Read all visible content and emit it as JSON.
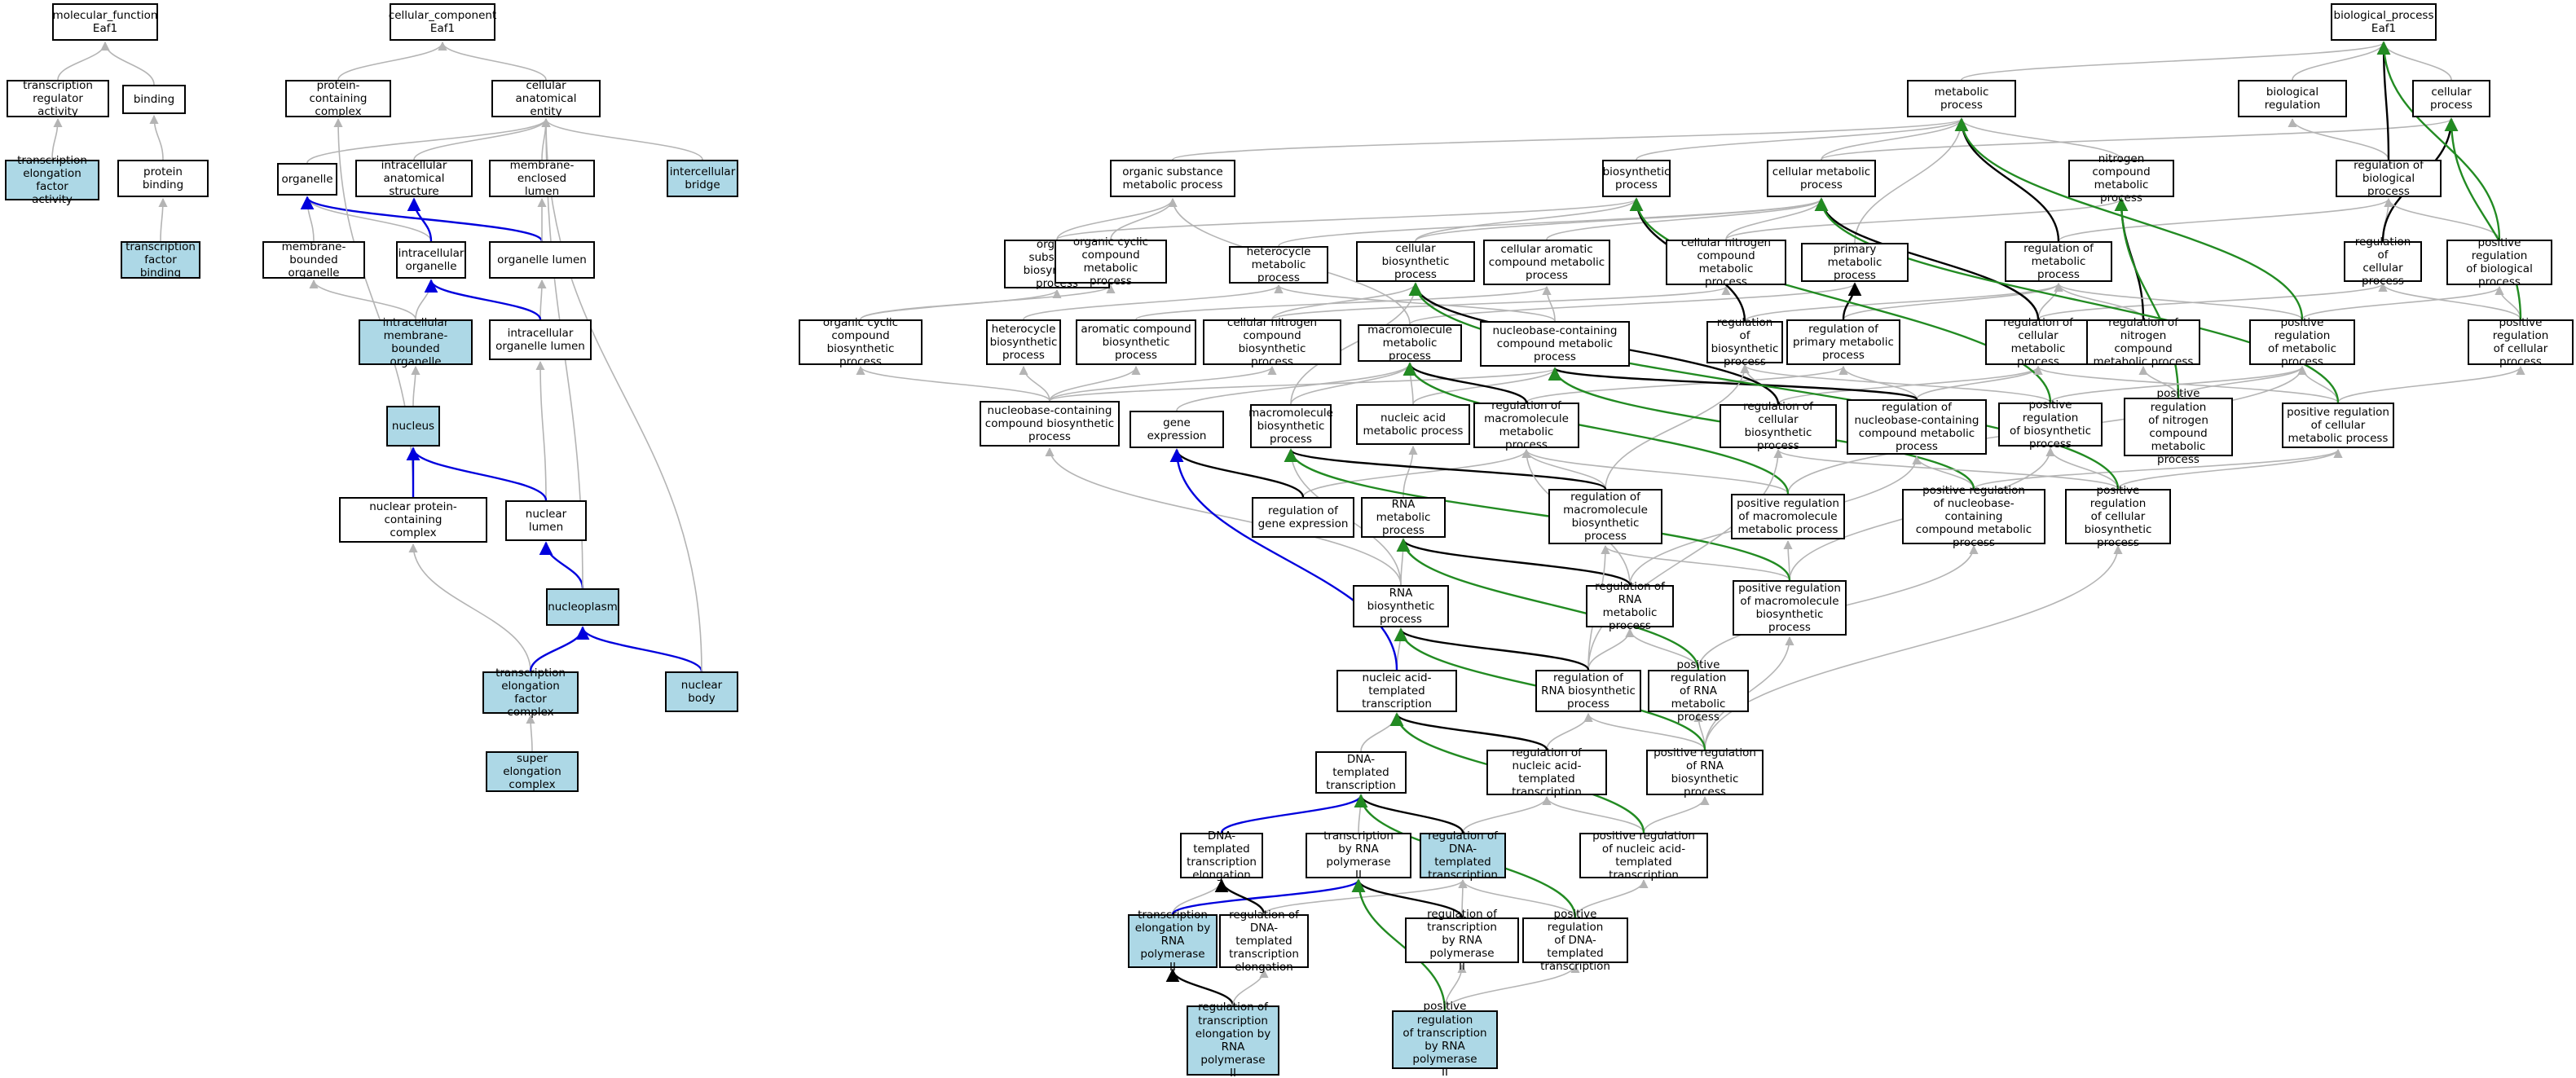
{
  "colors": {
    "highlight": "#add8e6",
    "is_a": "#b4b4b4",
    "regulates": "#000000",
    "positively_regulates": "#228b22",
    "part_of": "#0000dd"
  },
  "nodes": [
    {
      "id": "mf",
      "label": "molecular_function\nEaf1",
      "hl": false
    },
    {
      "id": "treg",
      "label": "transcription\nregulator activity",
      "hl": false
    },
    {
      "id": "binding",
      "label": "binding",
      "hl": false
    },
    {
      "id": "tefa",
      "label": "transcription\nelongation factor\nactivity",
      "hl": true
    },
    {
      "id": "pbind",
      "label": "protein binding",
      "hl": false
    },
    {
      "id": "tfb",
      "label": "transcription\nfactor binding",
      "hl": true
    },
    {
      "id": "cc",
      "label": "cellular_component\nEaf1",
      "hl": false
    },
    {
      "id": "pcc",
      "label": "protein-containing\ncomplex",
      "hl": false
    },
    {
      "id": "cae",
      "label": "cellular anatomical\nentity",
      "hl": false
    },
    {
      "id": "organelle",
      "label": "organelle",
      "hl": false
    },
    {
      "id": "ias",
      "label": "intracellular\nanatomical structure",
      "hl": false
    },
    {
      "id": "mel",
      "label": "membrane-enclosed\nlumen",
      "hl": false
    },
    {
      "id": "icb",
      "label": "intercellular\nbridge",
      "hl": true
    },
    {
      "id": "mbo",
      "label": "membrane-bounded\norganelle",
      "hl": false
    },
    {
      "id": "io",
      "label": "intracellular\norganelle",
      "hl": false
    },
    {
      "id": "ol",
      "label": "organelle lumen",
      "hl": false
    },
    {
      "id": "imbo",
      "label": "intracellular\nmembrane-bounded\norganelle",
      "hl": true
    },
    {
      "id": "iol",
      "label": "intracellular\norganelle lumen",
      "hl": false
    },
    {
      "id": "nucleus",
      "label": "nucleus",
      "hl": true
    },
    {
      "id": "npcc",
      "label": "nuclear protein-containing\ncomplex",
      "hl": false
    },
    {
      "id": "nl",
      "label": "nuclear lumen",
      "hl": false
    },
    {
      "id": "np",
      "label": "nucleoplasm",
      "hl": true
    },
    {
      "id": "tefc",
      "label": "transcription\nelongation factor\ncomplex",
      "hl": true
    },
    {
      "id": "nb",
      "label": "nuclear body",
      "hl": true
    },
    {
      "id": "sec",
      "label": "super elongation\ncomplex",
      "hl": true
    },
    {
      "id": "bp",
      "label": "biological_process\nEaf1",
      "hl": false
    },
    {
      "id": "mp",
      "label": "metabolic process",
      "hl": false
    },
    {
      "id": "breg",
      "label": "biological regulation",
      "hl": false
    },
    {
      "id": "cp",
      "label": "cellular process",
      "hl": false
    },
    {
      "id": "osmp",
      "label": "organic substance\nmetabolic process",
      "hl": false
    },
    {
      "id": "bsp",
      "label": "biosynthetic\nprocess",
      "hl": false
    },
    {
      "id": "cmp",
      "label": "cellular metabolic\nprocess",
      "hl": false
    },
    {
      "id": "ncmp",
      "label": "nitrogen compound\nmetabolic process",
      "hl": false
    },
    {
      "id": "rbp",
      "label": "regulation of\nbiological process",
      "hl": false
    },
    {
      "id": "osbp",
      "label": "organic substance\nbiosynthetic\nprocess",
      "hl": false
    },
    {
      "id": "occmp",
      "label": "organic cyclic\ncompound metabolic\nprocess",
      "hl": false
    },
    {
      "id": "hmp",
      "label": "heterocycle\nmetabolic process",
      "hl": false
    },
    {
      "id": "cbp",
      "label": "cellular biosynthetic\nprocess",
      "hl": false
    },
    {
      "id": "cacmp",
      "label": "cellular aromatic\ncompound metabolic\nprocess",
      "hl": false
    },
    {
      "id": "cncmp",
      "label": "cellular nitrogen\ncompound metabolic\nprocess",
      "hl": false
    },
    {
      "id": "pmp",
      "label": "primary metabolic\nprocess",
      "hl": false
    },
    {
      "id": "rmp",
      "label": "regulation of\nmetabolic process",
      "hl": false
    },
    {
      "id": "rcp",
      "label": "regulation of\ncellular process",
      "hl": false
    },
    {
      "id": "prbp",
      "label": "positive regulation\nof biological\nprocess",
      "hl": false
    },
    {
      "id": "occbp",
      "label": "organic cyclic\ncompound biosynthetic\nprocess",
      "hl": false
    },
    {
      "id": "hbp",
      "label": "heterocycle\nbiosynthetic\nprocess",
      "hl": false
    },
    {
      "id": "acbp",
      "label": "aromatic compound\nbiosynthetic\nprocess",
      "hl": false
    },
    {
      "id": "cncbp",
      "label": "cellular nitrogen\ncompound biosynthetic\nprocess",
      "hl": false
    },
    {
      "id": "mmp",
      "label": "macromolecule\nmetabolic process",
      "hl": false
    },
    {
      "id": "nccmp",
      "label": "nucleobase-containing\ncompound metabolic\nprocess",
      "hl": false
    },
    {
      "id": "rbsp",
      "label": "regulation of\nbiosynthetic\nprocess",
      "hl": false
    },
    {
      "id": "rpmp",
      "label": "regulation of\nprimary metabolic\nprocess",
      "hl": false
    },
    {
      "id": "rcmp",
      "label": "regulation of\ncellular metabolic\nprocess",
      "hl": false
    },
    {
      "id": "rncmp",
      "label": "regulation of\nnitrogen compound\nmetabolic process",
      "hl": false
    },
    {
      "id": "prmp",
      "label": "positive regulation\nof metabolic\nprocess",
      "hl": false
    },
    {
      "id": "prcp",
      "label": "positive regulation\nof cellular\nprocess",
      "hl": false
    },
    {
      "id": "nccbp",
      "label": "nucleobase-containing\ncompound biosynthetic\nprocess",
      "hl": false
    },
    {
      "id": "ge",
      "label": "gene expression",
      "hl": false
    },
    {
      "id": "mbp",
      "label": "macromolecule\nbiosynthetic\nprocess",
      "hl": false
    },
    {
      "id": "namp",
      "label": "nucleic acid\nmetabolic process",
      "hl": false
    },
    {
      "id": "rmmp",
      "label": "regulation of\nmacromolecule\nmetabolic process",
      "hl": false
    },
    {
      "id": "rcbp",
      "label": "regulation of\ncellular biosynthetic\nprocess",
      "hl": false
    },
    {
      "id": "rnccmp",
      "label": "regulation of\nnucleobase-containing\ncompound metabolic\nprocess",
      "hl": false
    },
    {
      "id": "prbsp",
      "label": "positive regulation\nof biosynthetic\nprocess",
      "hl": false
    },
    {
      "id": "prncmp",
      "label": "positive regulation\nof nitrogen\ncompound metabolic\nprocess",
      "hl": false
    },
    {
      "id": "prcmp",
      "label": "positive regulation\nof cellular\nmetabolic process",
      "hl": false
    },
    {
      "id": "rge",
      "label": "regulation of\ngene expression",
      "hl": false
    },
    {
      "id": "rnamp",
      "label": "RNA metabolic\nprocess",
      "hl": false
    },
    {
      "id": "rmbp",
      "label": "regulation of\nmacromolecule\nbiosynthetic\nprocess",
      "hl": false
    },
    {
      "id": "prmmp",
      "label": "positive regulation\nof macromolecule\nmetabolic process",
      "hl": false
    },
    {
      "id": "prnccmp",
      "label": "positive regulation\nof nucleobase-containing\ncompound metabolic\nprocess",
      "hl": false
    },
    {
      "id": "prcbp",
      "label": "positive regulation\nof cellular\nbiosynthetic\nprocess",
      "hl": false
    },
    {
      "id": "rnabp",
      "label": "RNA biosynthetic\nprocess",
      "hl": false
    },
    {
      "id": "rrnamp",
      "label": "regulation of\nRNA metabolic\nprocess",
      "hl": false
    },
    {
      "id": "prmbp",
      "label": "positive regulation\nof macromolecule\nbiosynthetic\nprocess",
      "hl": false
    },
    {
      "id": "natt",
      "label": "nucleic acid-templated\ntranscription",
      "hl": false
    },
    {
      "id": "rrnabp",
      "label": "regulation of\nRNA biosynthetic\nprocess",
      "hl": false
    },
    {
      "id": "prrnamp",
      "label": "positive regulation\nof RNA metabolic\nprocess",
      "hl": false
    },
    {
      "id": "dtt",
      "label": "DNA-templated\ntranscription",
      "hl": false
    },
    {
      "id": "rnatt",
      "label": "regulation of\nnucleic acid-templated\ntranscription",
      "hl": false
    },
    {
      "id": "prrnabp",
      "label": "positive regulation\nof RNA biosynthetic\nprocess",
      "hl": false
    },
    {
      "id": "dtte",
      "label": "DNA-templated\ntranscription\nelongation",
      "hl": false
    },
    {
      "id": "trp2",
      "label": "transcription\nby RNA polymerase\nII",
      "hl": false
    },
    {
      "id": "rdtt",
      "label": "regulation of\nDNA-templated\ntranscription",
      "hl": true
    },
    {
      "id": "prnatt",
      "label": "positive regulation\nof nucleic acid-templated\ntranscription",
      "hl": false
    },
    {
      "id": "terp2",
      "label": "transcription\nelongation by\nRNA polymerase\nII",
      "hl": true
    },
    {
      "id": "rdtte",
      "label": "regulation of\nDNA-templated\ntranscription\nelongation",
      "hl": false
    },
    {
      "id": "rtrp2",
      "label": "regulation of\ntranscription\nby RNA polymerase\nII",
      "hl": false
    },
    {
      "id": "prdtt",
      "label": "positive regulation\nof DNA-templated\ntranscription",
      "hl": false
    },
    {
      "id": "rterp2",
      "label": "regulation of\ntranscription\nelongation by\nRNA polymerase\nII",
      "hl": true
    },
    {
      "id": "prtrp2",
      "label": "positive regulation\nof transcription\nby RNA polymerase\nII",
      "hl": true
    }
  ],
  "edges": [
    [
      "treg",
      "mf",
      "is_a"
    ],
    [
      "binding",
      "mf",
      "is_a"
    ],
    [
      "tefa",
      "treg",
      "is_a"
    ],
    [
      "pbind",
      "binding",
      "is_a"
    ],
    [
      "tfb",
      "pbind",
      "is_a"
    ],
    [
      "pcc",
      "cc",
      "is_a"
    ],
    [
      "cae",
      "cc",
      "is_a"
    ],
    [
      "organelle",
      "cae",
      "is_a"
    ],
    [
      "ias",
      "cae",
      "is_a"
    ],
    [
      "mel",
      "cae",
      "is_a"
    ],
    [
      "icb",
      "cae",
      "is_a"
    ],
    [
      "mbo",
      "organelle",
      "is_a"
    ],
    [
      "io",
      "organelle",
      "is_a"
    ],
    [
      "io",
      "ias",
      "part_of"
    ],
    [
      "ol",
      "organelle",
      "part_of"
    ],
    [
      "ol",
      "mel",
      "is_a"
    ],
    [
      "imbo",
      "mbo",
      "is_a"
    ],
    [
      "imbo",
      "io",
      "is_a"
    ],
    [
      "iol",
      "ol",
      "is_a"
    ],
    [
      "iol",
      "io",
      "part_of"
    ],
    [
      "nucleus",
      "imbo",
      "is_a"
    ],
    [
      "npcc",
      "pcc",
      "is_a"
    ],
    [
      "npcc",
      "nucleus",
      "part_of"
    ],
    [
      "nl",
      "iol",
      "is_a"
    ],
    [
      "nl",
      "nucleus",
      "part_of"
    ],
    [
      "np",
      "nl",
      "part_of"
    ],
    [
      "np",
      "cae",
      "is_a"
    ],
    [
      "tefc",
      "npcc",
      "is_a"
    ],
    [
      "tefc",
      "np",
      "part_of"
    ],
    [
      "nb",
      "np",
      "part_of"
    ],
    [
      "nb",
      "cae",
      "is_a"
    ],
    [
      "sec",
      "tefc",
      "is_a"
    ],
    [
      "mp",
      "bp",
      "is_a"
    ],
    [
      "breg",
      "bp",
      "is_a"
    ],
    [
      "cp",
      "bp",
      "is_a"
    ],
    [
      "osmp",
      "mp",
      "is_a"
    ],
    [
      "bsp",
      "mp",
      "is_a"
    ],
    [
      "cmp",
      "mp",
      "is_a"
    ],
    [
      "cmp",
      "cp",
      "is_a"
    ],
    [
      "ncmp",
      "mp",
      "is_a"
    ],
    [
      "rbp",
      "breg",
      "is_a"
    ],
    [
      "rbp",
      "bp",
      "regulates"
    ],
    [
      "osbp",
      "osmp",
      "is_a"
    ],
    [
      "osbp",
      "bsp",
      "is_a"
    ],
    [
      "occmp",
      "osmp",
      "is_a"
    ],
    [
      "hmp",
      "cmp",
      "is_a"
    ],
    [
      "cbp",
      "bsp",
      "is_a"
    ],
    [
      "cbp",
      "cmp",
      "is_a"
    ],
    [
      "cacmp",
      "cmp",
      "is_a"
    ],
    [
      "cncmp",
      "cmp",
      "is_a"
    ],
    [
      "cncmp",
      "ncmp",
      "is_a"
    ],
    [
      "pmp",
      "mp",
      "is_a"
    ],
    [
      "rmp",
      "rbp",
      "is_a"
    ],
    [
      "rmp",
      "mp",
      "regulates"
    ],
    [
      "rcp",
      "rbp",
      "is_a"
    ],
    [
      "rcp",
      "cp",
      "regulates"
    ],
    [
      "prbp",
      "rbp",
      "is_a"
    ],
    [
      "prbp",
      "bp",
      "positively_regulates"
    ],
    [
      "occbp",
      "osbp",
      "is_a"
    ],
    [
      "occbp",
      "occmp",
      "is_a"
    ],
    [
      "hbp",
      "hmp",
      "is_a"
    ],
    [
      "acbp",
      "cacmp",
      "is_a"
    ],
    [
      "cncbp",
      "cbp",
      "is_a"
    ],
    [
      "cncbp",
      "cncmp",
      "is_a"
    ],
    [
      "mmp",
      "pmp",
      "is_a"
    ],
    [
      "mmp",
      "osmp",
      "is_a"
    ],
    [
      "nccmp",
      "cacmp",
      "is_a"
    ],
    [
      "nccmp",
      "hmp",
      "is_a"
    ],
    [
      "rbsp",
      "rmp",
      "is_a"
    ],
    [
      "rbsp",
      "bsp",
      "regulates"
    ],
    [
      "rpmp",
      "rmp",
      "is_a"
    ],
    [
      "rpmp",
      "pmp",
      "regulates"
    ],
    [
      "rcmp",
      "rmp",
      "is_a"
    ],
    [
      "rcmp",
      "rcp",
      "is_a"
    ],
    [
      "rcmp",
      "cmp",
      "regulates"
    ],
    [
      "rncmp",
      "rmp",
      "is_a"
    ],
    [
      "rncmp",
      "ncmp",
      "regulates"
    ],
    [
      "prmp",
      "rmp",
      "is_a"
    ],
    [
      "prmp",
      "prbp",
      "is_a"
    ],
    [
      "prmp",
      "mp",
      "positively_regulates"
    ],
    [
      "prcp",
      "rcp",
      "is_a"
    ],
    [
      "prcp",
      "prbp",
      "is_a"
    ],
    [
      "prcp",
      "cp",
      "positively_regulates"
    ],
    [
      "nccbp",
      "nccmp",
      "is_a"
    ],
    [
      "nccbp",
      "hbp",
      "is_a"
    ],
    [
      "nccbp",
      "acbp",
      "is_a"
    ],
    [
      "nccbp",
      "cncbp",
      "is_a"
    ],
    [
      "nccbp",
      "occbp",
      "is_a"
    ],
    [
      "ge",
      "mmp",
      "is_a"
    ],
    [
      "mbp",
      "mmp",
      "is_a"
    ],
    [
      "mbp",
      "cbp",
      "is_a"
    ],
    [
      "namp",
      "nccmp",
      "is_a"
    ],
    [
      "namp",
      "mmp",
      "is_a"
    ],
    [
      "rmmp",
      "rpmp",
      "is_a"
    ],
    [
      "rmmp",
      "mmp",
      "regulates"
    ],
    [
      "rcbp",
      "rbsp",
      "is_a"
    ],
    [
      "rcbp",
      "rcmp",
      "is_a"
    ],
    [
      "rcbp",
      "cbp",
      "regulates"
    ],
    [
      "rnccmp",
      "rcmp",
      "is_a"
    ],
    [
      "rnccmp",
      "rpmp",
      "is_a"
    ],
    [
      "rnccmp",
      "nccmp",
      "regulates"
    ],
    [
      "prbsp",
      "rbsp",
      "is_a"
    ],
    [
      "prbsp",
      "prmp",
      "is_a"
    ],
    [
      "prbsp",
      "bsp",
      "positively_regulates"
    ],
    [
      "prncmp",
      "rncmp",
      "is_a"
    ],
    [
      "prncmp",
      "prmp",
      "is_a"
    ],
    [
      "prncmp",
      "ncmp",
      "positively_regulates"
    ],
    [
      "prcmp",
      "rcmp",
      "is_a"
    ],
    [
      "prcmp",
      "prmp",
      "is_a"
    ],
    [
      "prcmp",
      "prcp",
      "is_a"
    ],
    [
      "prcmp",
      "cmp",
      "positively_regulates"
    ],
    [
      "rge",
      "rmmp",
      "is_a"
    ],
    [
      "rge",
      "ge",
      "regulates"
    ],
    [
      "rnamp",
      "namp",
      "is_a"
    ],
    [
      "rmbp",
      "rmmp",
      "is_a"
    ],
    [
      "rmbp",
      "rbsp",
      "is_a"
    ],
    [
      "rmbp",
      "mbp",
      "regulates"
    ],
    [
      "prmmp",
      "rmmp",
      "is_a"
    ],
    [
      "prmmp",
      "prmp",
      "is_a"
    ],
    [
      "prmmp",
      "mmp",
      "positively_regulates"
    ],
    [
      "prnccmp",
      "rnccmp",
      "is_a"
    ],
    [
      "prnccmp",
      "prcmp",
      "is_a"
    ],
    [
      "prnccmp",
      "nccmp",
      "positively_regulates"
    ],
    [
      "prcbp",
      "rcbp",
      "is_a"
    ],
    [
      "prcbp",
      "prbsp",
      "is_a"
    ],
    [
      "prcbp",
      "prcmp",
      "is_a"
    ],
    [
      "prcbp",
      "cbp",
      "positively_regulates"
    ],
    [
      "rnabp",
      "rnamp",
      "is_a"
    ],
    [
      "rnabp",
      "nccbp",
      "is_a"
    ],
    [
      "rnabp",
      "mbp",
      "is_a"
    ],
    [
      "rrnamp",
      "rnccmp",
      "is_a"
    ],
    [
      "rrnamp",
      "rmmp",
      "is_a"
    ],
    [
      "rrnamp",
      "rnamp",
      "regulates"
    ],
    [
      "prmbp",
      "rmbp",
      "is_a"
    ],
    [
      "prmbp",
      "prbsp",
      "is_a"
    ],
    [
      "prmbp",
      "prmmp",
      "is_a"
    ],
    [
      "prmbp",
      "mbp",
      "positively_regulates"
    ],
    [
      "natt",
      "rnabp",
      "is_a"
    ],
    [
      "natt",
      "ge",
      "part_of"
    ],
    [
      "rrnabp",
      "rrnamp",
      "is_a"
    ],
    [
      "rrnabp",
      "rcbp",
      "is_a"
    ],
    [
      "rrnabp",
      "rmbp",
      "is_a"
    ],
    [
      "rrnabp",
      "rnabp",
      "regulates"
    ],
    [
      "prrnamp",
      "rrnamp",
      "is_a"
    ],
    [
      "prrnamp",
      "prnccmp",
      "is_a"
    ],
    [
      "prrnamp",
      "rnamp",
      "positively_regulates"
    ],
    [
      "dtt",
      "natt",
      "is_a"
    ],
    [
      "rnatt",
      "rrnabp",
      "is_a"
    ],
    [
      "rnatt",
      "natt",
      "regulates"
    ],
    [
      "prrnabp",
      "rrnabp",
      "is_a"
    ],
    [
      "prrnabp",
      "prrnamp",
      "is_a"
    ],
    [
      "prrnabp",
      "prcbp",
      "is_a"
    ],
    [
      "prrnabp",
      "prmbp",
      "is_a"
    ],
    [
      "prrnabp",
      "rnabp",
      "positively_regulates"
    ],
    [
      "dtte",
      "dtt",
      "part_of"
    ],
    [
      "trp2",
      "dtt",
      "is_a"
    ],
    [
      "rdtt",
      "rnatt",
      "is_a"
    ],
    [
      "rdtt",
      "dtt",
      "regulates"
    ],
    [
      "prnatt",
      "rnatt",
      "is_a"
    ],
    [
      "prnatt",
      "prrnabp",
      "is_a"
    ],
    [
      "prnatt",
      "natt",
      "positively_regulates"
    ],
    [
      "terp2",
      "dtte",
      "is_a"
    ],
    [
      "terp2",
      "trp2",
      "part_of"
    ],
    [
      "rdtte",
      "dtte",
      "regulates"
    ],
    [
      "rdtte",
      "rdtt",
      "is_a"
    ],
    [
      "rtrp2",
      "rdtt",
      "is_a"
    ],
    [
      "rtrp2",
      "trp2",
      "regulates"
    ],
    [
      "prdtt",
      "rdtt",
      "is_a"
    ],
    [
      "prdtt",
      "prnatt",
      "is_a"
    ],
    [
      "prdtt",
      "dtt",
      "positively_regulates"
    ],
    [
      "rterp2",
      "terp2",
      "regulates"
    ],
    [
      "rterp2",
      "rdtte",
      "is_a"
    ],
    [
      "prtrp2",
      "rtrp2",
      "is_a"
    ],
    [
      "prtrp2",
      "prdtt",
      "is_a"
    ],
    [
      "prtrp2",
      "trp2",
      "positively_regulates"
    ]
  ]
}
